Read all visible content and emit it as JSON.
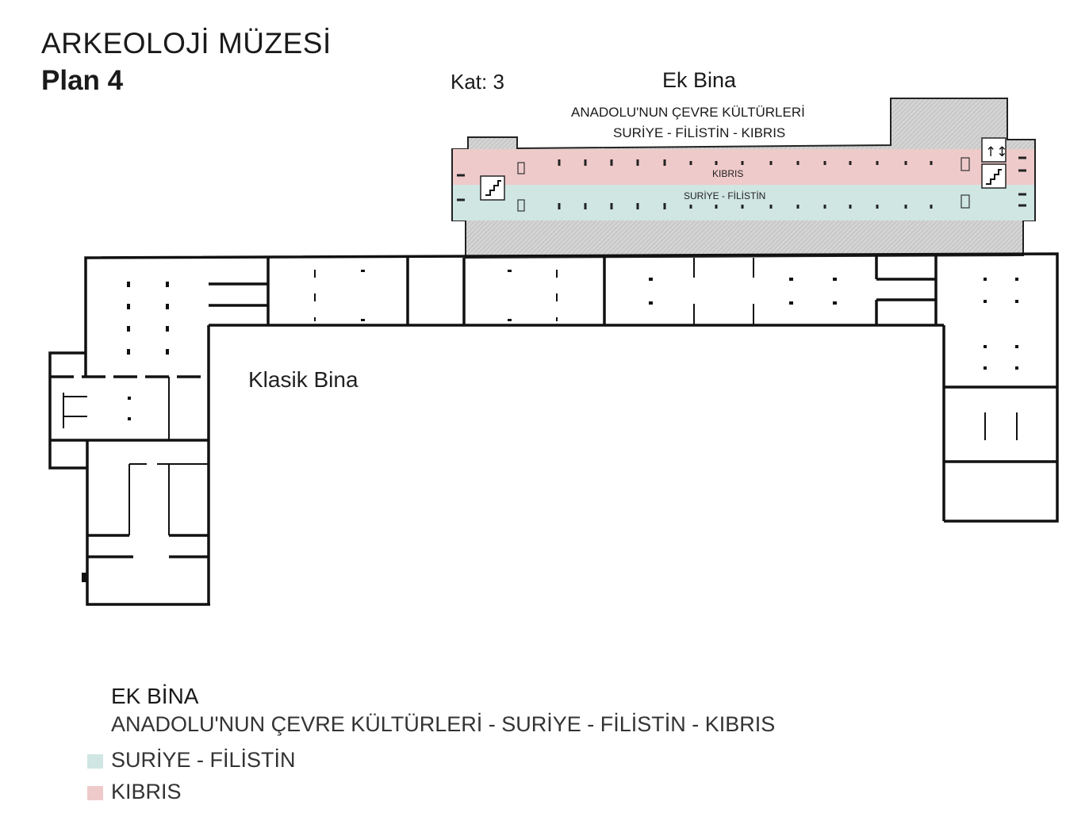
{
  "header": {
    "title": "ARKEOLOJİ MÜZESİ",
    "plan": "Plan 4",
    "floor": "Kat: 3",
    "annex_name": "Ek Bina"
  },
  "annex": {
    "heading_line1": "ANADOLU'NUN ÇEVRE KÜLTÜRLERİ",
    "heading_line2": "SURİYE - FİLİSTİN - KIBRIS",
    "band_top_label": "KIBRIS",
    "band_bottom_label": "SURİYE - FİLİSTİN",
    "icons": [
      "stairs-icon",
      "elevator-icon"
    ]
  },
  "classic_building": {
    "label": "Klasik Bina"
  },
  "legend": {
    "heading": "EK BİNA",
    "subtitle": "ANADOLU'NUN ÇEVRE KÜLTÜRLERİ - SURİYE - FİLİSTİN - KIBRIS",
    "items": [
      {
        "label": "SURİYE - FİLİSTİN",
        "color": "#cfe6e3"
      },
      {
        "label": "KIBRIS",
        "color": "#efcaca"
      }
    ]
  }
}
